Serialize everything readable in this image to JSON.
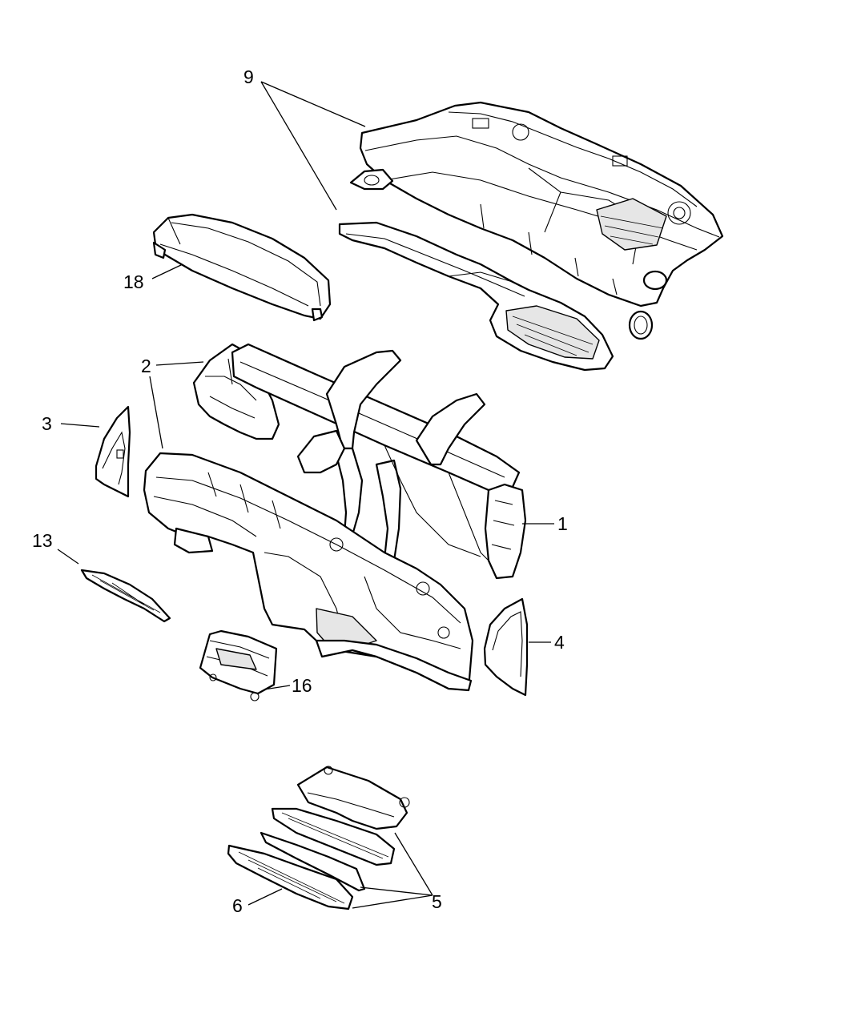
{
  "diagram": {
    "parts": [
      {
        "id": "instrument-panel",
        "callout": "9"
      },
      {
        "id": "panel-cover",
        "callout": "18"
      },
      {
        "id": "cross-car-beam",
        "callout": "2"
      },
      {
        "id": "left-end-cap",
        "callout": "3"
      },
      {
        "id": "panel-support-right",
        "callout": "1"
      },
      {
        "id": "left-duct",
        "callout": "13"
      },
      {
        "id": "right-end-cap",
        "callout": "4"
      },
      {
        "id": "bracket",
        "callout": "16"
      },
      {
        "id": "lower-bezels",
        "callout": "5"
      },
      {
        "id": "lower-trim",
        "callout": "6"
      }
    ]
  },
  "colors": {
    "line": "#000000",
    "background": "#ffffff"
  }
}
